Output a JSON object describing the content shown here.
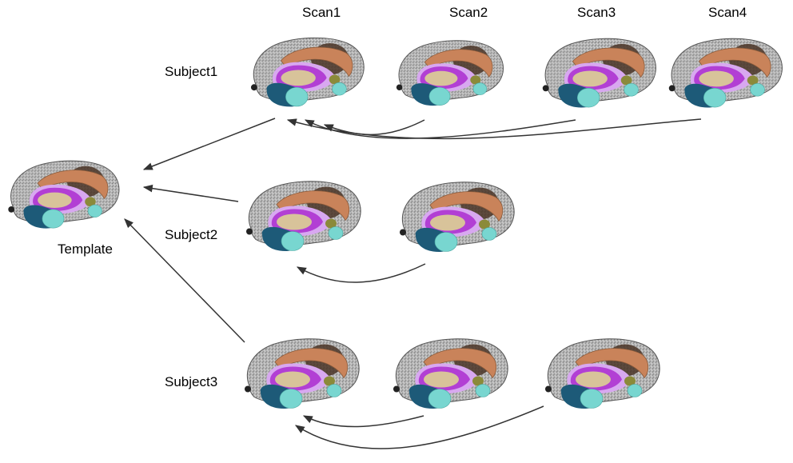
{
  "columns": [
    "Scan1",
    "Scan2",
    "Scan3",
    "Scan4"
  ],
  "rows": [
    "Subject1",
    "Subject2",
    "Subject3"
  ],
  "template_label": "Template",
  "colors": {
    "cortex": "#9a9a9a",
    "orange_structure": "#c9835a",
    "purple_structure": "#b23fd4",
    "lavender_structure": "#d8a8f0",
    "tan_structure": "#d8c39a",
    "teal_structure": "#1d5a78",
    "cyan_structure": "#78d6d0",
    "olive_structure": "#8b8a3a",
    "arrow": "#333333"
  }
}
